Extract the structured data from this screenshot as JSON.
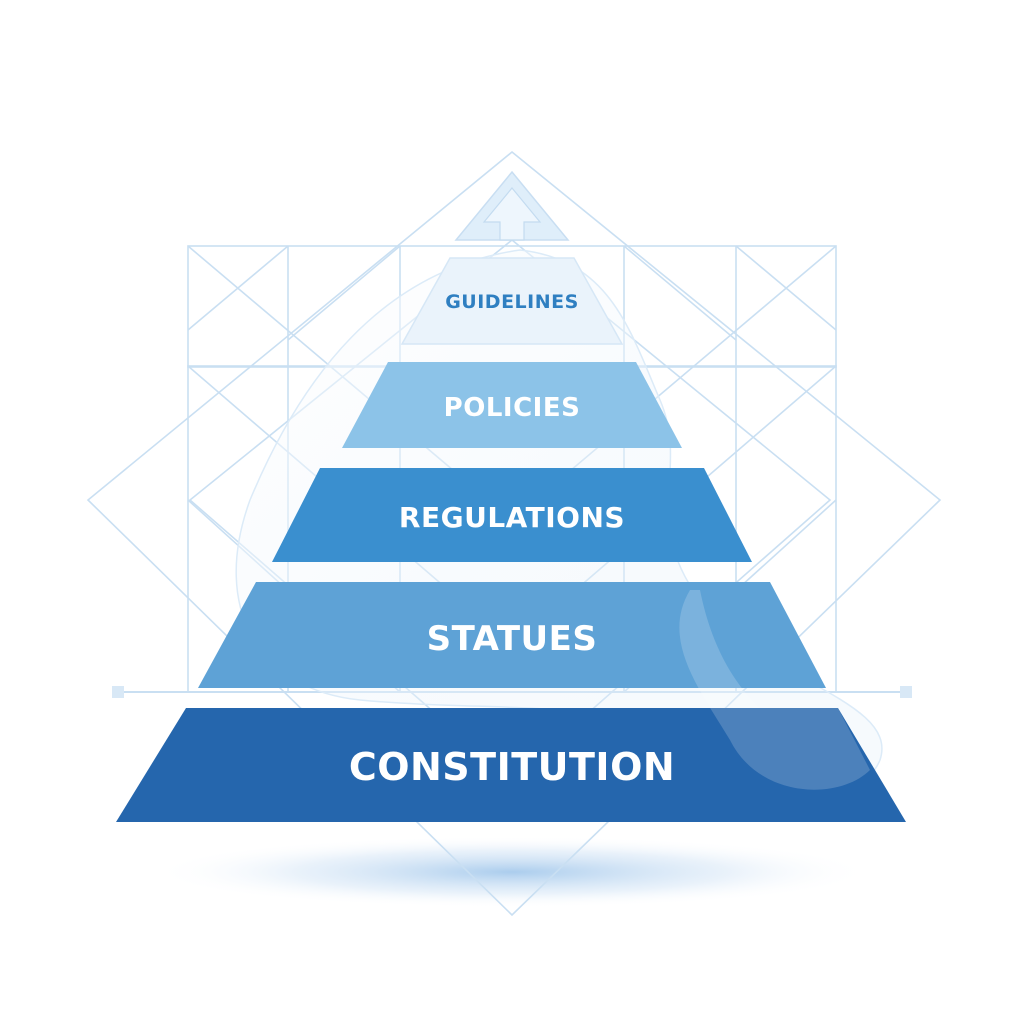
{
  "diagram": {
    "type": "pyramid",
    "tiers": [
      {
        "label": "GUIDELINES",
        "fill": "#eaf3fb",
        "text_color": "#2f7fc1"
      },
      {
        "label": "POLICIES",
        "fill": "#8cc3e8",
        "text_color": "#ffffff"
      },
      {
        "label": "REGULATIONS",
        "fill": "#3a8fcf",
        "text_color": "#ffffff"
      },
      {
        "label": "STATUES",
        "fill": "#5ea2d6",
        "text_color": "#ffffff"
      },
      {
        "label": "CONSTITUTION",
        "fill": "#2566ad",
        "text_color": "#ffffff"
      }
    ],
    "colors": {
      "grid_line": "#c9dff2",
      "apex": "#dfeefa",
      "shadow": "#9cc4ea"
    },
    "icons": [
      "up-arrow-icon"
    ]
  }
}
